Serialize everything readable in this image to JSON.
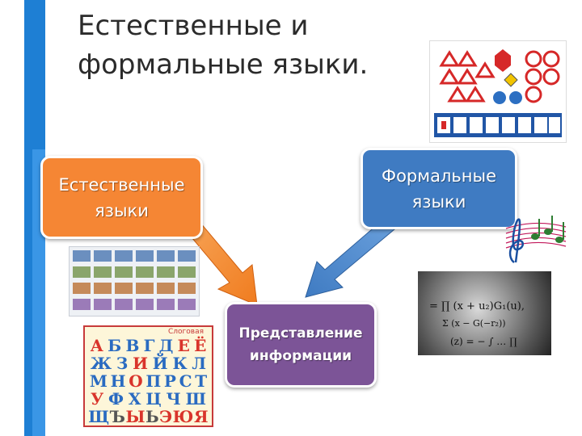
{
  "slide": {
    "title": "Естественные и формальные языки.",
    "natural_box": "Естественные языки",
    "formal_box": "Формальные языки",
    "representation_box": "Представление информации"
  },
  "alphabet_chart": {
    "header": "Слоговая",
    "rows": [
      [
        "А",
        "Б",
        "В",
        "Г",
        "Д",
        "Е",
        "Ё"
      ],
      [
        "Ж",
        "З",
        "И",
        "Й",
        "К",
        "Л"
      ],
      [
        "М",
        "Н",
        "О",
        "П",
        "Р",
        "С",
        "Т"
      ],
      [
        "У",
        "Ф",
        "Х",
        "Ц",
        "Ч",
        "Ш"
      ],
      [
        "Щ",
        "Ъ",
        "Ы",
        "Ь",
        "Э",
        "Ю",
        "Я"
      ]
    ]
  },
  "formula_image": {
    "lines": [
      "= ∏ (x + u₂)G₁(u),",
      "Σ (x − G(−r₂))",
      "(z) = − ∫ … ∏"
    ]
  },
  "colors": {
    "accent_blue": "#1e7fd4",
    "natural": "#f58634",
    "formal": "#3f7bc2",
    "representation": "#7c5497"
  },
  "icons": [
    "road-signs-image",
    "alphabet-chart-image",
    "formula-image",
    "music-notes-image"
  ]
}
